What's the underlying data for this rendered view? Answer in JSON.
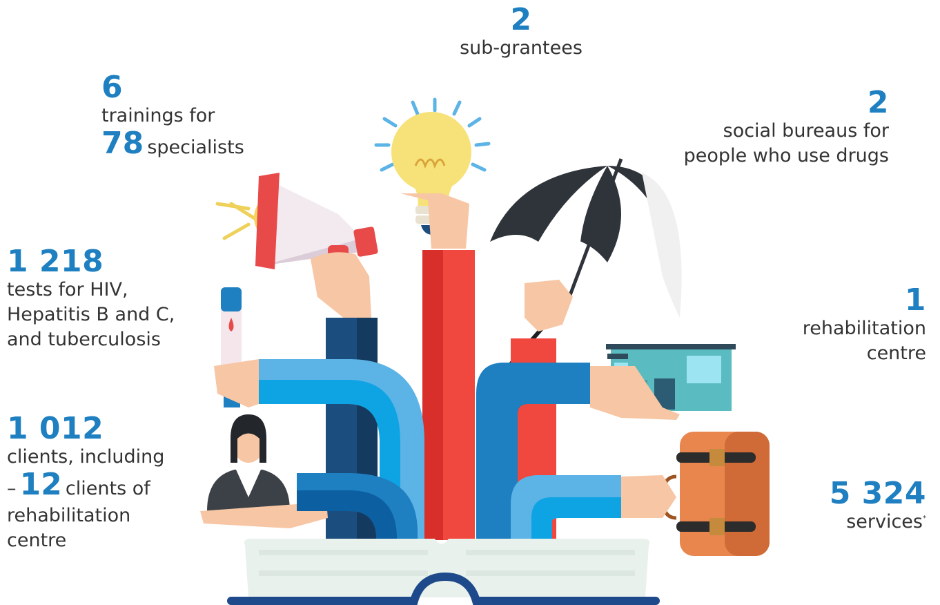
{
  "colors": {
    "accent_blue": "#1E7FC1",
    "text": "#333333",
    "red": "#F0473E",
    "dark_blue": "#1B4E7E",
    "light_blue": "#5CB3E6",
    "yellow": "#F6DE6A",
    "orange": "#E9864E",
    "teal": "#5ABCC0"
  },
  "stats": {
    "subgrantees": {
      "number": "2",
      "label": "sub-grantees"
    },
    "trainings": {
      "number": "6",
      "label": "trainings for",
      "specialists_number": "78",
      "specialists_label": "specialists"
    },
    "bureaus": {
      "number": "2",
      "label_line1": "social bureaus for",
      "label_line2": "people who use drugs"
    },
    "tests": {
      "number": "1 218",
      "label_line1": "tests for HIV,",
      "label_line2": "Hepatitis B and C,",
      "label_line3": "and tuberculosis"
    },
    "rehab": {
      "number": "1",
      "label_line1": "rehabilitation",
      "label_line2": "centre"
    },
    "clients": {
      "number": "1 012",
      "label_line1": "clients, including",
      "dash": "–",
      "sub_number": "12",
      "sub_label_1": "clients of",
      "sub_label_2": "rehabilitation",
      "sub_label_3": "centre"
    },
    "services": {
      "number": "5 324",
      "label": "services",
      "footnote_mark": "*"
    }
  },
  "illustration": {
    "icons": [
      "megaphone-icon",
      "lightbulb-icon",
      "umbrella-icon",
      "test-tube-icon",
      "building-icon",
      "person-icon",
      "briefcase-icon",
      "open-book-icon"
    ]
  }
}
